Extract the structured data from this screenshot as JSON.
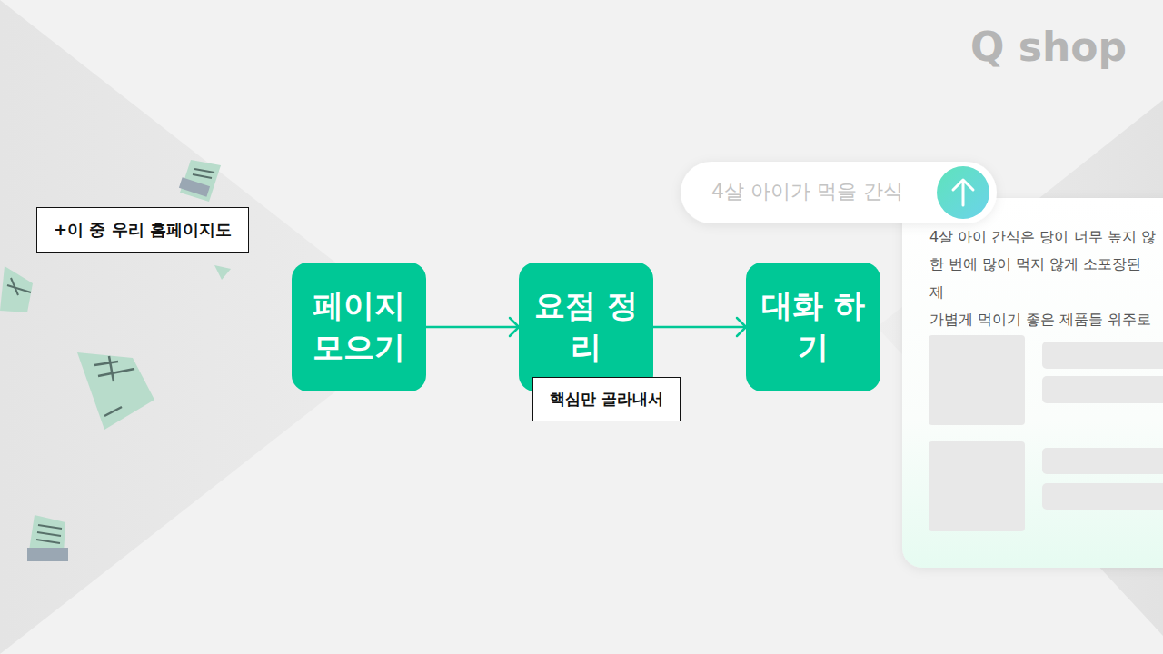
{
  "diagram": {
    "nodes": [
      {
        "text": [
          "+이 중 우리 홈페이지도"
        ]
      },
      {
        "text": [
          "페이지 모으기"
        ]
      },
      {
        "text": [
          "요점 정리"
        ]
      },
      {
        "text": [
          "핵심만 골라내서"
        ]
      },
      {
        "text": [
          "대화 하기"
        ]
      },
      {
        "text": [
          "4살 아이가 먹을 간식"
        ]
      },
      {
        "text": [
          "4살 아이 간식은 당이 너무 높지 않",
          "한 번에 많이 먹지 않게 소포장된 제",
          "가볍게 먹이기 좋은 제품들 위주로"
        ]
      }
    ],
    "edges": [
      {
        "from": 1,
        "to": 2,
        "arrow": "to"
      },
      {
        "from": 2,
        "to": 4,
        "arrow": "to"
      }
    ],
    "labels": [
      "Q shop"
    ]
  }
}
